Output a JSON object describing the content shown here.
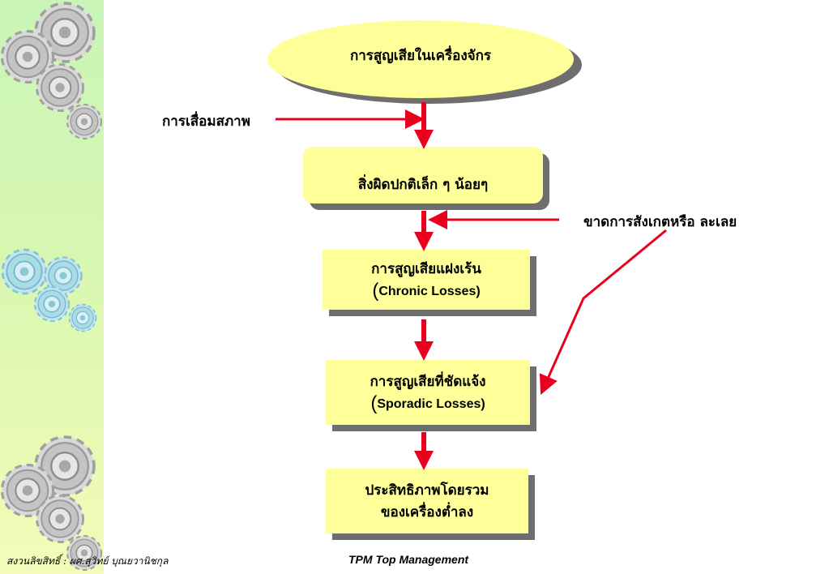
{
  "nodes": {
    "machine_loss": "การสูญเสียในเครื่องจักร",
    "small_defects": "สิ่งผิดปกติเล็ก ๆ น้อยๆ",
    "chronic_thai": "การสูญเสียแฝงเร้น",
    "chronic_en": "Chronic Losses)",
    "sporadic_thai": "การสูญเสียที่ชัดแจ้ง",
    "sporadic_en": "Sporadic Losses)",
    "efficiency_line1": "ประสิทธิภาพโดยรวม",
    "efficiency_line2": "ของเครื่องต่ำลง",
    "open_paren": "("
  },
  "inputs": {
    "deterioration": "การเสื่อมสภาพ",
    "lack_of_observation": "ขาดการสังเกตหรือ ละเลย"
  },
  "footer": {
    "copyright": "สงวนลิขสิทธิ์ : ผศ.สุวิทย์ บุณยวานิชกุล",
    "title": "TPM Top Management"
  },
  "colors": {
    "node_fill": "#ffff99",
    "arrow": "#e8001c",
    "shadow": "#6e6e6e"
  },
  "icons": [
    "gear-icon"
  ]
}
